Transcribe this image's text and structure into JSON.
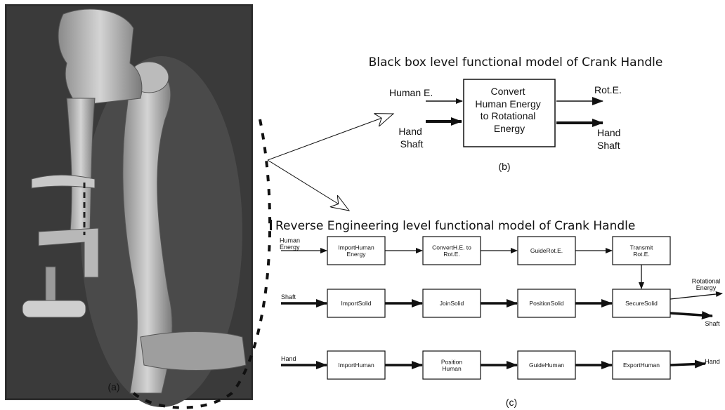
{
  "panel_a": {
    "caption": "(a)"
  },
  "panel_b": {
    "title": "Black box level functional model of Crank Handle",
    "box_lines": [
      "Convert",
      "Human Energy",
      "to Rotational",
      "Energy"
    ],
    "in_top": "Human E.",
    "in_bottom": [
      "Hand",
      "Shaft"
    ],
    "out_top": "Rot.E.",
    "out_bottom": [
      "Hand",
      "Shaft"
    ],
    "caption": "(b)"
  },
  "panel_c": {
    "title": "Reverse Engineering level functional model of Crank Handle",
    "caption": "(c)",
    "row1": {
      "input": [
        "Human",
        "Energy"
      ],
      "boxes": [
        [
          "ImportHuman",
          "Energy"
        ],
        [
          "ConvertH.E. to",
          "Rot.E."
        ],
        [
          "GuideRot.E."
        ],
        [
          "Transmit",
          "Rot.E."
        ]
      ]
    },
    "row2": {
      "input": [
        "Shaft"
      ],
      "boxes": [
        [
          "ImportSolid"
        ],
        [
          "JoinSolid"
        ],
        [
          "PositionSolid"
        ],
        [
          "SecureSolid"
        ]
      ],
      "output_top": [
        "Rotational",
        "Energy"
      ],
      "output_bottom": [
        "Shaft"
      ]
    },
    "row3": {
      "input": [
        "Hand"
      ],
      "boxes": [
        [
          "ImportHuman"
        ],
        [
          "Position",
          "Human"
        ],
        [
          "GuideHuman"
        ],
        [
          "ExportHuman"
        ]
      ],
      "output": [
        "Hand"
      ]
    }
  }
}
